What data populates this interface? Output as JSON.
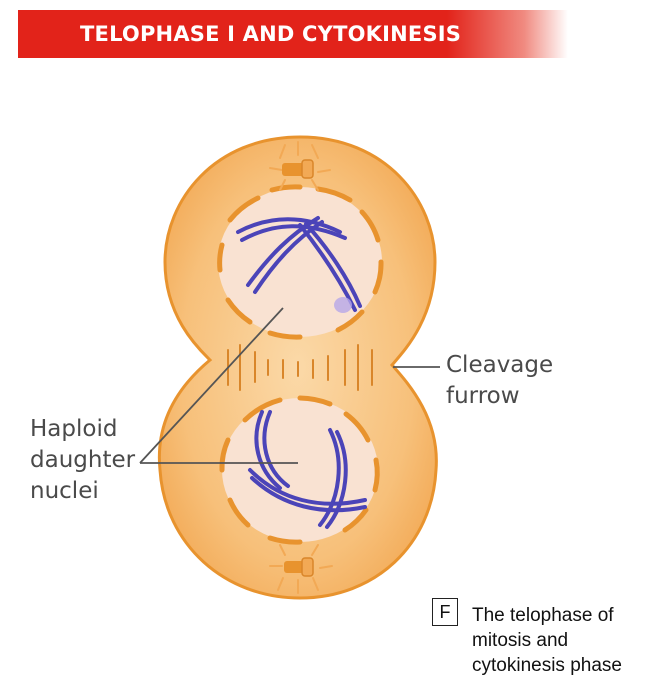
{
  "banner": {
    "title": "TELOPHASE I AND CYTOKINESIS"
  },
  "labels": {
    "cleavage_line1": "Cleavage",
    "cleavage_line2": "furrow",
    "haploid_line1": "Haploid",
    "haploid_line2": "daughter",
    "haploid_line3": "nuclei"
  },
  "figure": {
    "letter": "F",
    "caption_line1": "The telophase of",
    "caption_line2": "mitosis and",
    "caption_line3": "cytokinesis phase"
  },
  "colors": {
    "banner": "#e2231a",
    "cell_fill": "#f7c07a",
    "cell_outline": "#e8932e",
    "nucleus": "#f9e2d2",
    "chromosome": "#4b44b8",
    "envelope": "#e8932e"
  }
}
